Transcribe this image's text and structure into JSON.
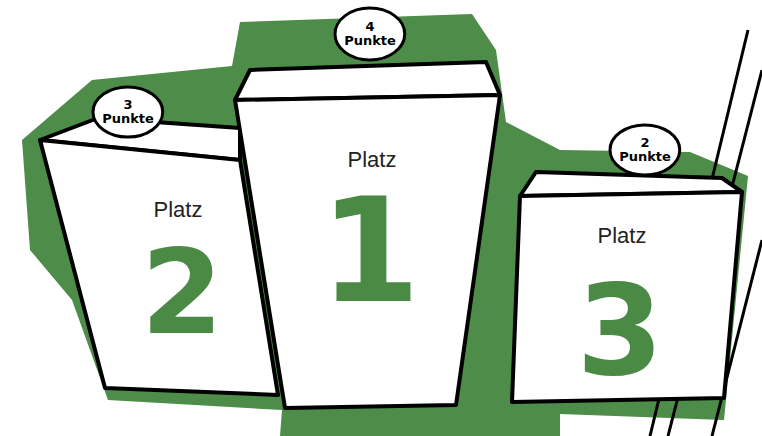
{
  "diagram": {
    "nodes": [
      {
        "text": [
          "3 Punkte"
        ]
      },
      {
        "text": [
          "Platz",
          "2"
        ]
      },
      {
        "text": [
          "4 Punkte"
        ]
      },
      {
        "text": [
          "Platz",
          "1"
        ]
      },
      {
        "text": [
          "2 Punkte"
        ]
      },
      {
        "text": [
          "Platz",
          "3"
        ]
      }
    ]
  }
}
